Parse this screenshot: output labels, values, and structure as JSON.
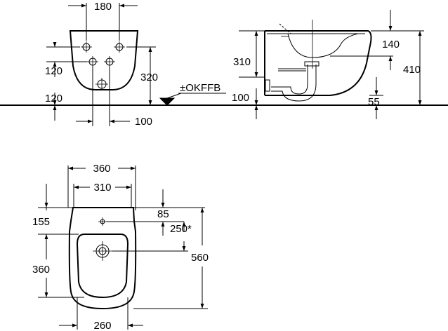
{
  "front_view": {
    "dim_width_top": "180",
    "dim_height_upper": "120",
    "dim_height_lower": "120",
    "dim_height_mid": "320",
    "dim_width_bottom": "100"
  },
  "floor_ref": {
    "label": "±OKFFB"
  },
  "side_view": {
    "dim_left_310": "310",
    "dim_left_100": "100",
    "dim_right_140": "140",
    "dim_right_410": "410",
    "dim_right_55": "55"
  },
  "top_view": {
    "dim_outer_width": "360",
    "dim_inner_width": "310",
    "dim_left_155": "155",
    "dim_left_360": "360",
    "dim_right_85": "85",
    "dim_right_250": "250*",
    "dim_right_560": "560",
    "dim_bottom_260": "260"
  }
}
